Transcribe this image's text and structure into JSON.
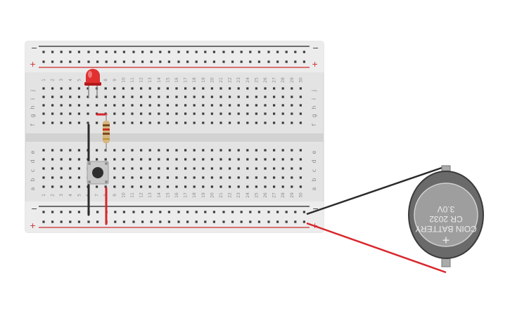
{
  "breadboard": {
    "columns": [
      "1",
      "2",
      "3",
      "4",
      "5",
      "6",
      "7",
      "8",
      "9",
      "10",
      "11",
      "12",
      "13",
      "14",
      "15",
      "16",
      "17",
      "18",
      "19",
      "20",
      "21",
      "22",
      "23",
      "24",
      "25",
      "26",
      "27",
      "28",
      "29",
      "30"
    ],
    "top_rows": [
      "j",
      "i",
      "h",
      "g",
      "f"
    ],
    "bottom_rows": [
      "e",
      "d",
      "c",
      "b",
      "a"
    ],
    "rail_negative": "−",
    "rail_positive": "+"
  },
  "battery": {
    "line1": "COIN BATTERY",
    "line2": "CR 2032",
    "line3": "3.0V",
    "polarity": "+"
  },
  "components": {
    "led": "red-led",
    "resistor": "resistor",
    "button": "push-button"
  },
  "colors": {
    "board": "#e1e1e1",
    "wire_black": "#2b2b2b",
    "wire_red": "#d8262c",
    "rail_blue": "#222222",
    "rail_red": "#cc2a2a",
    "battery_body": "#5a5a5a"
  }
}
